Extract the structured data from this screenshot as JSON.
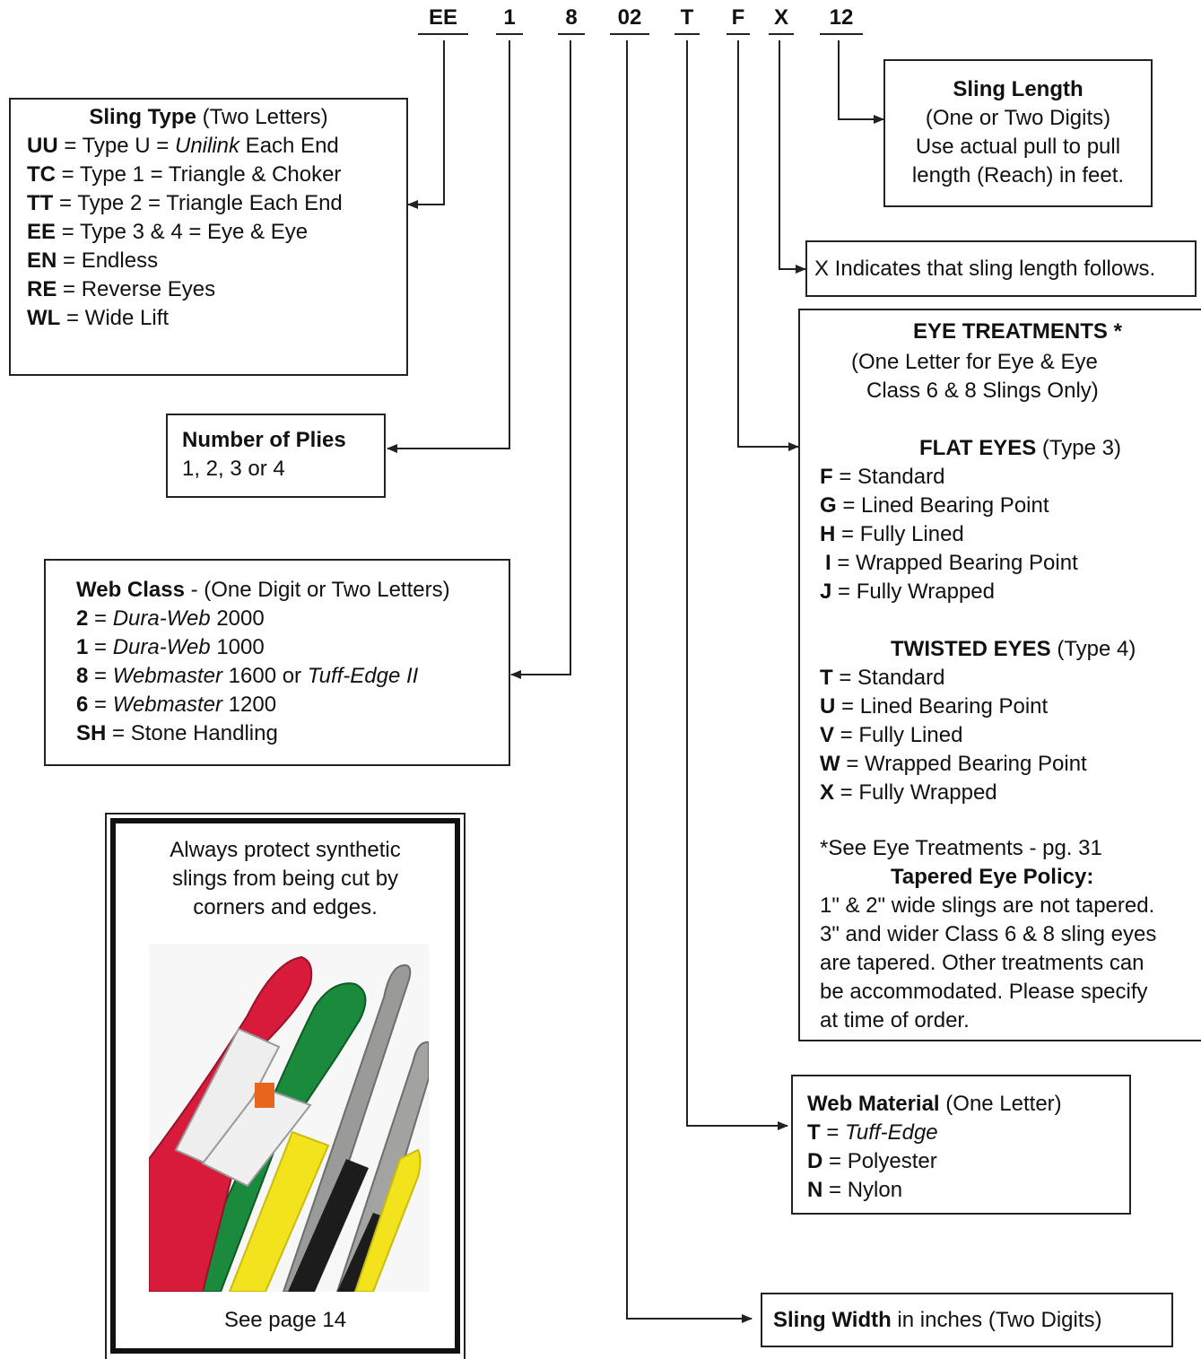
{
  "codes": [
    "EE",
    "1",
    "8",
    "02",
    "T",
    "F",
    "X",
    "12"
  ],
  "sling_type": {
    "title": "Sling Type",
    "subtitle": "(Two Letters)",
    "items": [
      {
        "code": "UU",
        "pre": "= Type U = ",
        "em": "Unilink",
        "post": " Each End"
      },
      {
        "code": "TC",
        "text": "= Type 1 = Triangle & Choker"
      },
      {
        "code": "TT",
        "text": "= Type 2 = Triangle Each End"
      },
      {
        "code": "EE",
        "text": "= Type 3 & 4 =  Eye & Eye"
      },
      {
        "code": "EN",
        "text": "= Endless"
      },
      {
        "code": "RE",
        "text": "= Reverse Eyes"
      },
      {
        "code": "WL",
        "text": "= Wide Lift"
      }
    ]
  },
  "plies": {
    "title": "Number of Plies",
    "values": "1, 2, 3 or 4"
  },
  "web_class": {
    "title": "Web Class",
    "subtitle": " - (One Digit or Two Letters)",
    "items": [
      {
        "code": "2",
        "eq": " = ",
        "em": "Dura-Web",
        "post": " 2000"
      },
      {
        "code": "1",
        "eq": " = ",
        "em": "Dura-Web",
        "post": " 1000"
      },
      {
        "code": "8",
        "eq": " = ",
        "em": "Webmaster",
        "post": " 1600 or ",
        "em2": "Tuff-Edge II"
      },
      {
        "code": "6",
        "eq": " = ",
        "em": "Webmaster",
        "post": " 1200"
      },
      {
        "code": "SH",
        "eq": " = ",
        "post": "Stone Handling"
      }
    ]
  },
  "protect_box": {
    "line1": "Always protect synthetic",
    "line2": "slings from being cut by",
    "line3": "corners and edges.",
    "footer": "See page 14"
  },
  "sling_length": {
    "title": "Sling Length",
    "line1": "(One or Two Digits)",
    "line2": "Use actual pull to pull",
    "line3": "length (Reach) in feet."
  },
  "x_note": "X Indicates that sling length follows.",
  "eye_treatments": {
    "title": "EYE TREATMENTS *",
    "sub1": "(One Letter for Eye & Eye",
    "sub2": "Class 6 & 8 Slings Only)",
    "flat_title": "FLAT EYES",
    "flat_type": " (Type 3)",
    "flat_items": [
      {
        "code": "F",
        "text": " = Standard"
      },
      {
        "code": "G",
        "text": " = Lined Bearing Point"
      },
      {
        "code": "H",
        "text": " = Fully Lined"
      },
      {
        "code": "I",
        "text": " = Wrapped Bearing Point"
      },
      {
        "code": "J",
        "text": " = Fully Wrapped"
      }
    ],
    "twisted_title": "TWISTED EYES",
    "twisted_type": " (Type 4)",
    "twisted_items": [
      {
        "code": "T",
        "text": " = Standard"
      },
      {
        "code": "U",
        "text": " = Lined Bearing Point"
      },
      {
        "code": "V",
        "text": " = Fully Lined"
      },
      {
        "code": "W",
        "text": " = Wrapped Bearing Point"
      },
      {
        "code": "X",
        "text": " = Fully Wrapped"
      }
    ],
    "see_note": "*See Eye Treatments - pg. 31",
    "policy_title": "Tapered Eye Policy:",
    "policy_lines": [
      "1\" & 2\" wide slings are not tapered.",
      "3\" and wider Class 6 & 8 sling eyes",
      "are tapered. Other treatments can",
      "be accommodated. Please specify",
      "at time of order."
    ]
  },
  "web_material": {
    "title": "Web Material",
    "subtitle": " (One Letter)",
    "items": [
      {
        "code": "T",
        "eq": " = ",
        "em": "Tuff-Edge"
      },
      {
        "code": "D",
        "eq": " = ",
        "post": "Polyester"
      },
      {
        "code": "N",
        "eq": " = ",
        "post": "Nylon"
      }
    ]
  },
  "sling_width": {
    "title": "Sling Width",
    "rest": " in inches (Two Digits)"
  },
  "colors": {
    "red_sling": "#d81b3a",
    "green_sling": "#1a8a3c",
    "yellow_sleeve": "#f2e31c",
    "gray_sling": "#9a9a98",
    "black_sling": "#1c1c1c"
  }
}
